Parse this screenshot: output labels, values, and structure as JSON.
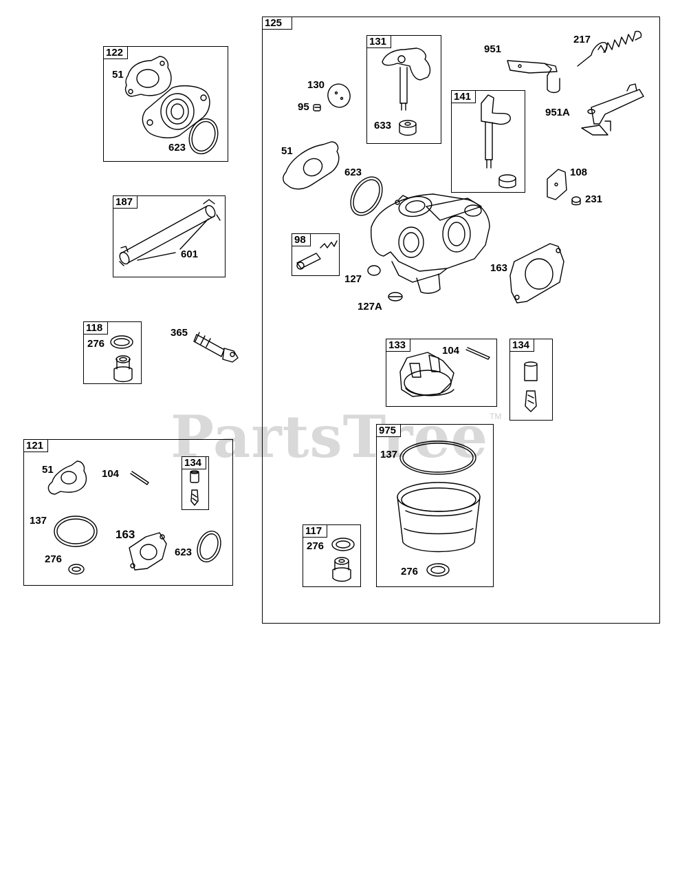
{
  "watermark": {
    "text": "PartsTree",
    "tm": "TM"
  },
  "boxes": {
    "b122": "122",
    "b187": "187",
    "b118": "118",
    "b121": "121",
    "b121_134": "134",
    "b125": "125",
    "b131": "131",
    "b141": "141",
    "b98": "98",
    "b133": "133",
    "b134": "134",
    "b975": "975",
    "b117": "117"
  },
  "labels": {
    "l122_51": "51",
    "l122_623": "623",
    "l187_601": "601",
    "l118_276": "276",
    "l365": "365",
    "l121_51": "51",
    "l121_104": "104",
    "l121_137": "137",
    "l121_163": "163",
    "l121_276": "276",
    "l121_623": "623",
    "l130": "130",
    "l95": "95",
    "l633": "633",
    "l951": "951",
    "l217": "217",
    "l951a": "951A",
    "l51": "51",
    "l623": "623",
    "l108": "108",
    "l231": "231",
    "l127": "127",
    "l127a": "127A",
    "l163": "163",
    "l104": "104",
    "l975_137": "137",
    "l975_276": "276",
    "l117_276": "276"
  },
  "colors": {
    "line": "#000000",
    "watermark": "#d9d9d9"
  }
}
